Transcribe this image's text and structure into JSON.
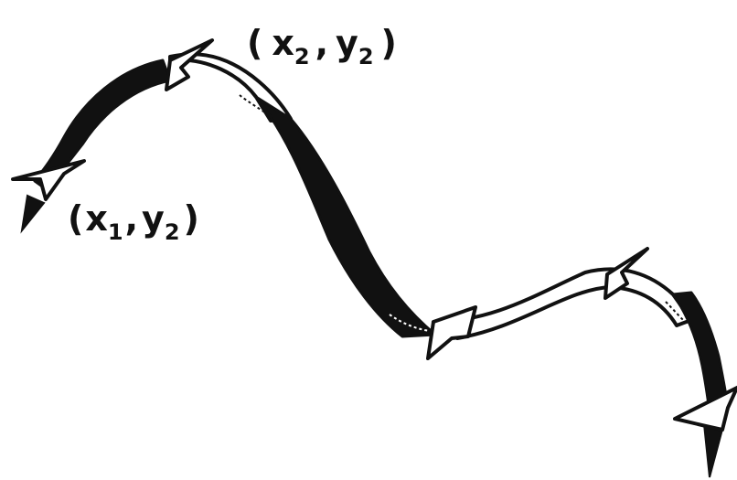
{
  "labels": {
    "point_top": {
      "open": "(",
      "x": "x",
      "x_sub": "2",
      "comma": ",",
      "y": "y",
      "y_sub": "2",
      "close": ")"
    },
    "point_left": {
      "open": "(",
      "x": "x",
      "x_sub": "1",
      "comma": ",",
      "y": "y",
      "y_sub": "2",
      "close": ")"
    }
  },
  "colors": {
    "ink": "#111111",
    "ribbon_light": "#ffffff",
    "ribbon_dark": "#111111",
    "background": "#ffffff"
  }
}
